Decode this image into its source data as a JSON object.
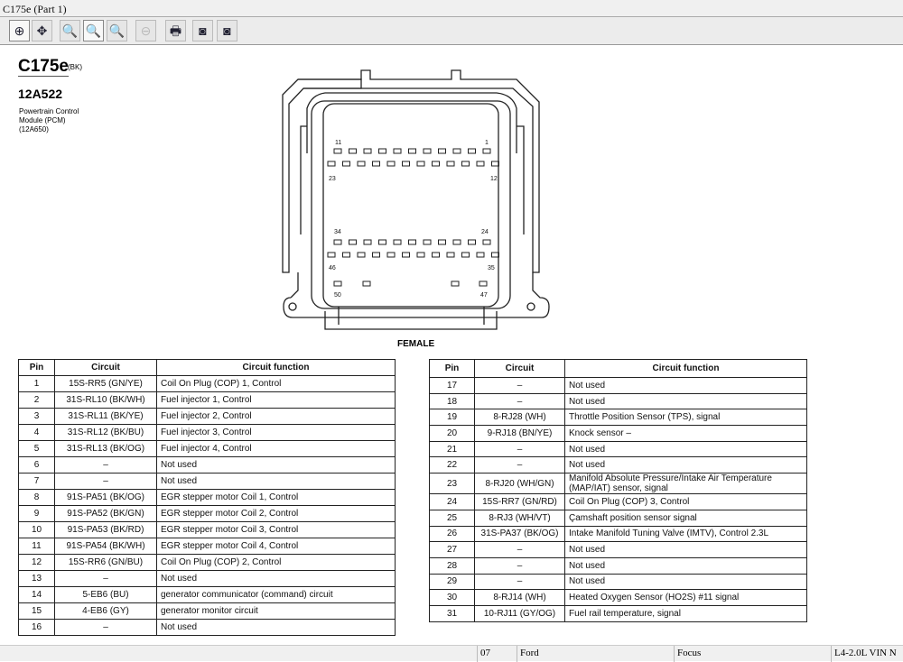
{
  "window": {
    "title": "C175e (Part 1)"
  },
  "toolbar": [
    {
      "name": "zoom-in-tool-button",
      "icon": "zoom-in-icon",
      "glyph": "⊕"
    },
    {
      "name": "pan-tool-button",
      "icon": "move-arrows-icon",
      "glyph": "✥"
    },
    {
      "name": "zoom-100-button",
      "icon": "zoom-100-icon",
      "glyph": "🔍"
    },
    {
      "name": "fit-page-button",
      "icon": "zoom-fit-icon",
      "glyph": "🔍"
    },
    {
      "name": "fit-width-button",
      "icon": "zoom-width-icon",
      "glyph": "🔍"
    },
    {
      "name": "zoom-out-button",
      "icon": "zoom-out-icon",
      "glyph": "⊖"
    },
    {
      "name": "print-button",
      "icon": "printer-icon",
      "glyph": "🖶"
    },
    {
      "name": "previous-image-button",
      "icon": "camera-prev-icon",
      "glyph": "◙"
    },
    {
      "name": "next-image-button",
      "icon": "camera-next-icon",
      "glyph": "◙"
    }
  ],
  "doc": {
    "connector": "C175e",
    "color": "(BK)",
    "part_number": "12A522",
    "description": [
      "Powertrain Control",
      "Module (PCM)",
      "(12A650)"
    ],
    "view_label": "FEMALE",
    "pin_labels": [
      "11",
      "1",
      "23",
      "12",
      "34",
      "24",
      "46",
      "35",
      "50",
      "47"
    ]
  },
  "headers": {
    "pin": "Pin",
    "circuit": "Circuit",
    "function": "Circuit function"
  },
  "left_rows": [
    [
      "1",
      "15S-RR5 (GN/YE)",
      "Coil On Plug (COP) 1, Control"
    ],
    [
      "2",
      "31S-RL10 (BK/WH)",
      "Fuel injector 1, Control"
    ],
    [
      "3",
      "31S-RL11 (BK/YE)",
      "Fuel injector 2, Control"
    ],
    [
      "4",
      "31S-RL12 (BK/BU)",
      "Fuel injector 3, Control"
    ],
    [
      "5",
      "31S-RL13 (BK/OG)",
      "Fuel injector 4, Control"
    ],
    [
      "6",
      "–",
      "Not used"
    ],
    [
      "7",
      "–",
      "Not used"
    ],
    [
      "8",
      "91S-PA51 (BK/OG)",
      "EGR stepper motor  Coil 1, Control"
    ],
    [
      "9",
      "91S-PA52 (BK/GN)",
      "EGR stepper motor  Coil 2, Control"
    ],
    [
      "10",
      "91S-PA53 (BK/RD)",
      "EGR stepper motor  Coil 3, Control"
    ],
    [
      "11",
      "91S-PA54 (BK/WH)",
      "EGR stepper motor  Coil 4, Control"
    ],
    [
      "12",
      "15S-RR6 (GN/BU)",
      "Coil On Plug (COP) 2, Control"
    ],
    [
      "13",
      "–",
      "Not used"
    ],
    [
      "14",
      "5-EB6 (BU)",
      "generator communicator (command) circuit"
    ],
    [
      "15",
      "4-EB6 (GY)",
      "generator monitor circuit"
    ],
    [
      "16",
      "–",
      "Not used"
    ]
  ],
  "right_rows": [
    [
      "17",
      "–",
      "Not used"
    ],
    [
      "18",
      "–",
      "Not used"
    ],
    [
      "19",
      "8-RJ28 (WH)",
      "Throttle Position Sensor (TPS), signal"
    ],
    [
      "20",
      "9-RJ18 (BN/YE)",
      "Knock sensor  –"
    ],
    [
      "21",
      "–",
      "Not used"
    ],
    [
      "22",
      "–",
      "Not used"
    ],
    [
      "23",
      "8-RJ20 (WH/GN)",
      "Manifold Absolute Pressure/Intake Air Temperature (MAP/IAT) sensor, signal"
    ],
    [
      "24",
      "15S-RR7 (GN/RD)",
      "Coil On Plug (COP) 3, Control"
    ],
    [
      "25",
      "8-RJ3 (WH/VT)",
      "Çamshaft position sensor  signal"
    ],
    [
      "26",
      "31S-PA37 (BK/OG)",
      "Intake Manifold Tuning Valve (IMTV), Control 2.3L"
    ],
    [
      "27",
      "–",
      "Not used"
    ],
    [
      "28",
      "–",
      "Not used"
    ],
    [
      "29",
      "–",
      "Not used"
    ],
    [
      "30",
      "8-RJ14 (WH)",
      "Heated Oxygen Sensor (HO2S) #11  signal"
    ],
    [
      "31",
      "10-RJ11 (GY/OG)",
      "Fuel rail temperature, signal"
    ]
  ],
  "statusbar": {
    "year": "07",
    "make": "Ford",
    "model": "Focus",
    "engine": "L4-2.0L VIN N"
  }
}
